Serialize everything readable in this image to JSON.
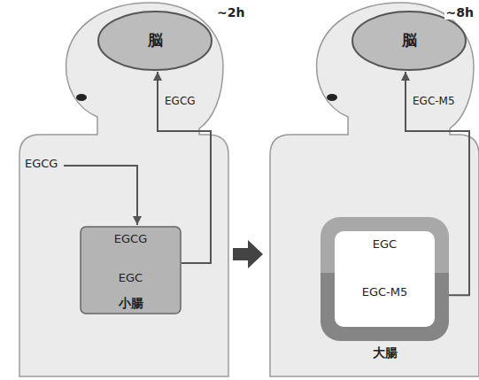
{
  "diagram": {
    "nodes": [
      {
        "text": [
          "脳"
        ]
      },
      {
        "text": [
          "小腸"
        ]
      },
      {
        "text": [
          "EGCG"
        ],
        "in": 1
      },
      {
        "text": [
          "EGC"
        ],
        "in": 1
      },
      {
        "text": [
          "脳"
        ]
      },
      {
        "text": [
          "大腸"
        ]
      },
      {
        "text": [
          "EGC"
        ],
        "in": 5
      },
      {
        "text": [
          "EGC-M5"
        ],
        "in": 5
      }
    ],
    "edges": [
      {
        "from": 2,
        "to": 3,
        "arrow": "to"
      },
      {
        "from": 1,
        "to": 0,
        "label": "EGCG",
        "arrow": "to"
      },
      {
        "from": 6,
        "to": 7,
        "arrow": "to"
      },
      {
        "from": 5,
        "to": 4,
        "label": "EGC-M5",
        "arrow": "to"
      }
    ],
    "labels": [
      "~2h",
      "EGCG",
      "~8h"
    ]
  }
}
